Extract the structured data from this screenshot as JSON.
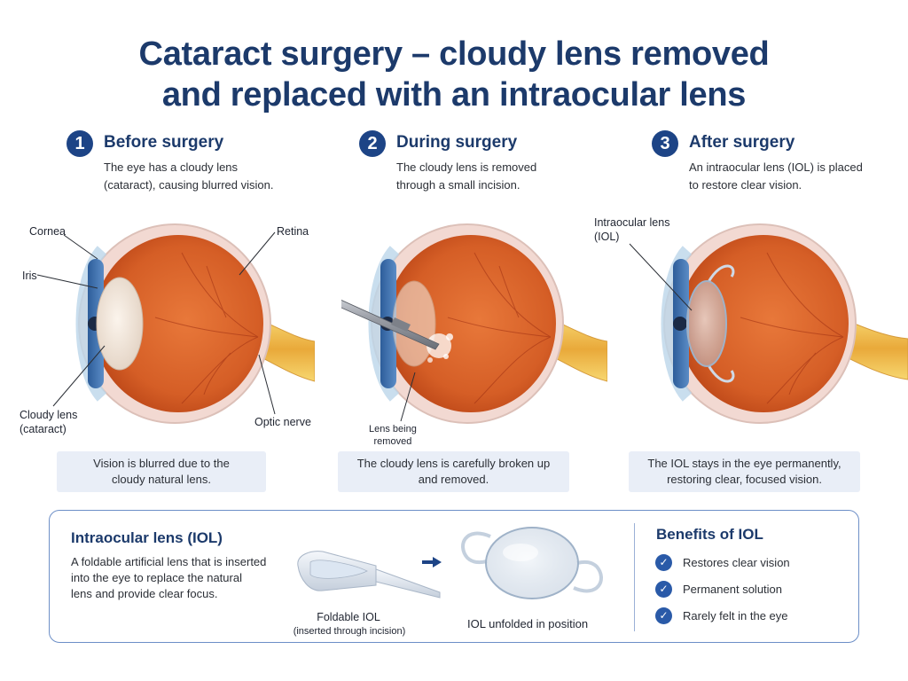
{
  "title": {
    "line1": "Cataract surgery – cloudy lens removed",
    "line2": "and replaced with an intraocular lens"
  },
  "steps": [
    {
      "number": "1",
      "heading": "Before surgery",
      "desc_line1": "The eye has a cloudy lens",
      "desc_line2": "(cataract), causing blurred vision.",
      "caption_line1": "Vision is blurred due to the",
      "caption_line2": "cloudy natural lens."
    },
    {
      "number": "2",
      "heading": "During surgery",
      "desc_line1": "The cloudy lens is removed",
      "desc_line2": "through a small incision.",
      "caption_line1": "The cloudy lens is carefully broken up",
      "caption_line2": "and removed."
    },
    {
      "number": "3",
      "heading": "After surgery",
      "desc_line1": "An intraocular lens (IOL) is placed",
      "desc_line2": "to restore clear vision.",
      "caption_line1": "The IOL stays in the eye permanently,",
      "caption_line2": "restoring clear, focused vision."
    }
  ],
  "labels": {
    "cornea": "Cornea",
    "iris": "Iris",
    "retina": "Retina",
    "cloudy_lens_line1": "Cloudy lens",
    "cloudy_lens_line2": "(cataract)",
    "optic_nerve": "Optic nerve",
    "lens_removed_line1": "Lens being",
    "lens_removed_line2": "removed",
    "iol_line1": "Intraocular lens",
    "iol_line2": "(IOL)"
  },
  "iol_panel": {
    "title": "Intraocular lens (IOL)",
    "desc_line1": "A foldable artificial lens that is inserted",
    "desc_line2": "into the eye to replace the natural",
    "desc_line3": "lens and provide clear focus.",
    "foldable_label": "Foldable IOL",
    "foldable_sublabel": "(inserted through incision)",
    "unfolded_label": "IOL unfolded in position"
  },
  "benefits": {
    "title": "Benefits of IOL",
    "items": [
      "Restores clear vision",
      "Permanent solution",
      "Rarely felt in the eye"
    ]
  },
  "colors": {
    "title": "#1c3a6b",
    "step_badge": "#1d4486",
    "caption_bg": "#e9eef7",
    "panel_border": "#6d8fc7",
    "check": "#2a5aa8",
    "eye_interior": "#d9622b",
    "iris": "#3f72b0",
    "nerve": "#f0c24a"
  },
  "icons": {
    "arrow": "arrow-right-icon",
    "check": "check-icon"
  }
}
